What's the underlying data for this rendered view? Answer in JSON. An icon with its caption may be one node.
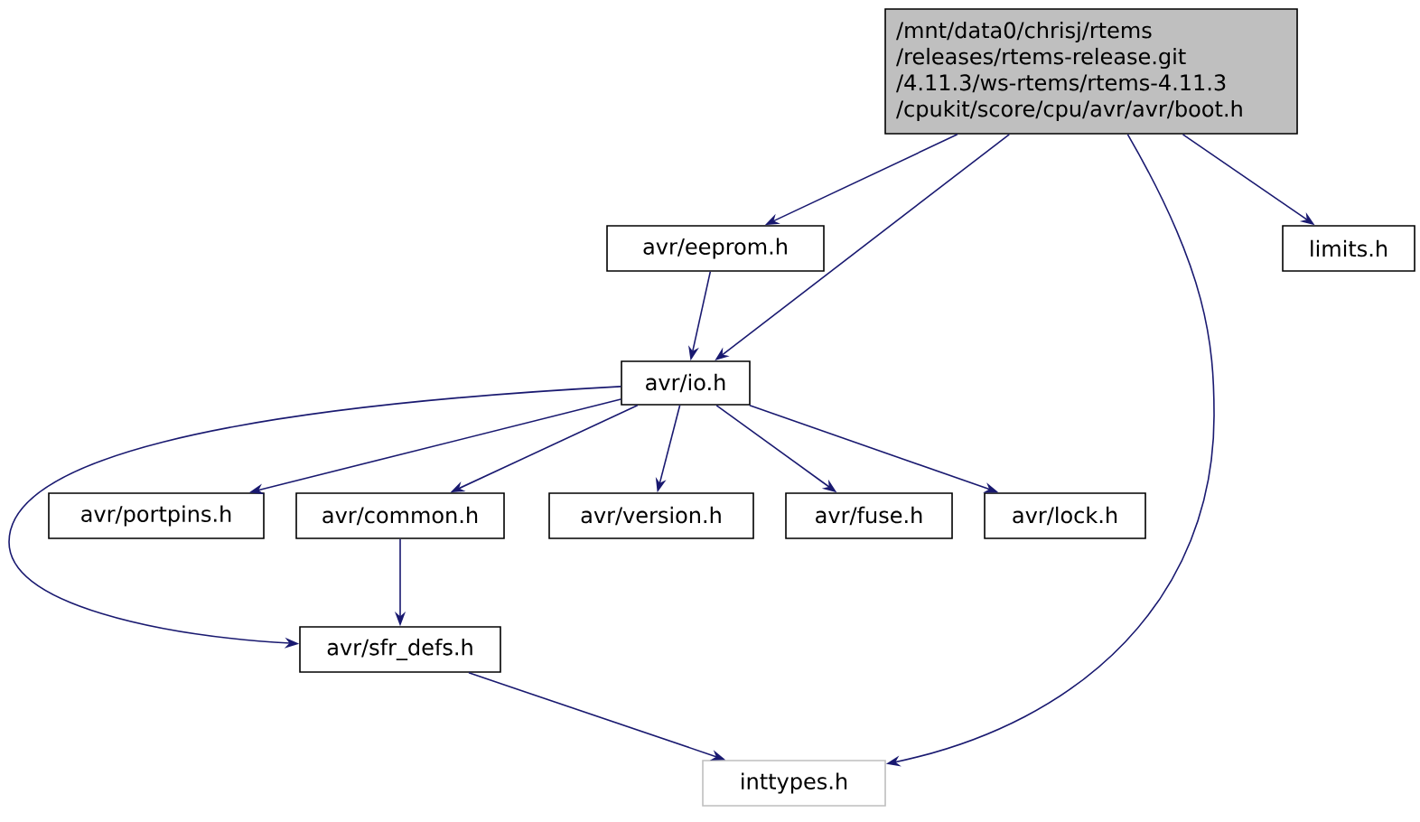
{
  "diagram": {
    "nodes": [
      {
        "text": [
          "/mnt/data0/chrisj/rtems /releases/rtems-release.git /4.11.3/ws-rtems/rtems-4.11.3 /cpukit/score/cpu/avr/avr/boot.h"
        ]
      },
      {
        "text": [
          "avr/eeprom.h"
        ]
      },
      {
        "text": [
          "limits.h"
        ]
      },
      {
        "text": [
          "avr/io.h"
        ]
      },
      {
        "text": [
          "avr/portpins.h"
        ]
      },
      {
        "text": [
          "avr/common.h"
        ]
      },
      {
        "text": [
          "avr/version.h"
        ]
      },
      {
        "text": [
          "avr/fuse.h"
        ]
      },
      {
        "text": [
          "avr/lock.h"
        ]
      },
      {
        "text": [
          "avr/sfr_defs.h"
        ]
      },
      {
        "text": [
          "inttypes.h"
        ]
      }
    ],
    "edges": [
      {
        "from": 0,
        "to": 1,
        "arrow": "to"
      },
      {
        "from": 0,
        "to": 3,
        "arrow": "to"
      },
      {
        "from": 0,
        "to": 10,
        "arrow": "to"
      },
      {
        "from": 0,
        "to": 2,
        "arrow": "to"
      },
      {
        "from": 1,
        "to": 3,
        "arrow": "to"
      },
      {
        "from": 3,
        "to": 4,
        "arrow": "to"
      },
      {
        "from": 3,
        "to": 5,
        "arrow": "to"
      },
      {
        "from": 3,
        "to": 6,
        "arrow": "to"
      },
      {
        "from": 3,
        "to": 7,
        "arrow": "to"
      },
      {
        "from": 3,
        "to": 8,
        "arrow": "to"
      },
      {
        "from": 3,
        "to": 9,
        "arrow": "to"
      },
      {
        "from": 5,
        "to": 9,
        "arrow": "to"
      },
      {
        "from": 9,
        "to": 10,
        "arrow": "to"
      }
    ]
  }
}
